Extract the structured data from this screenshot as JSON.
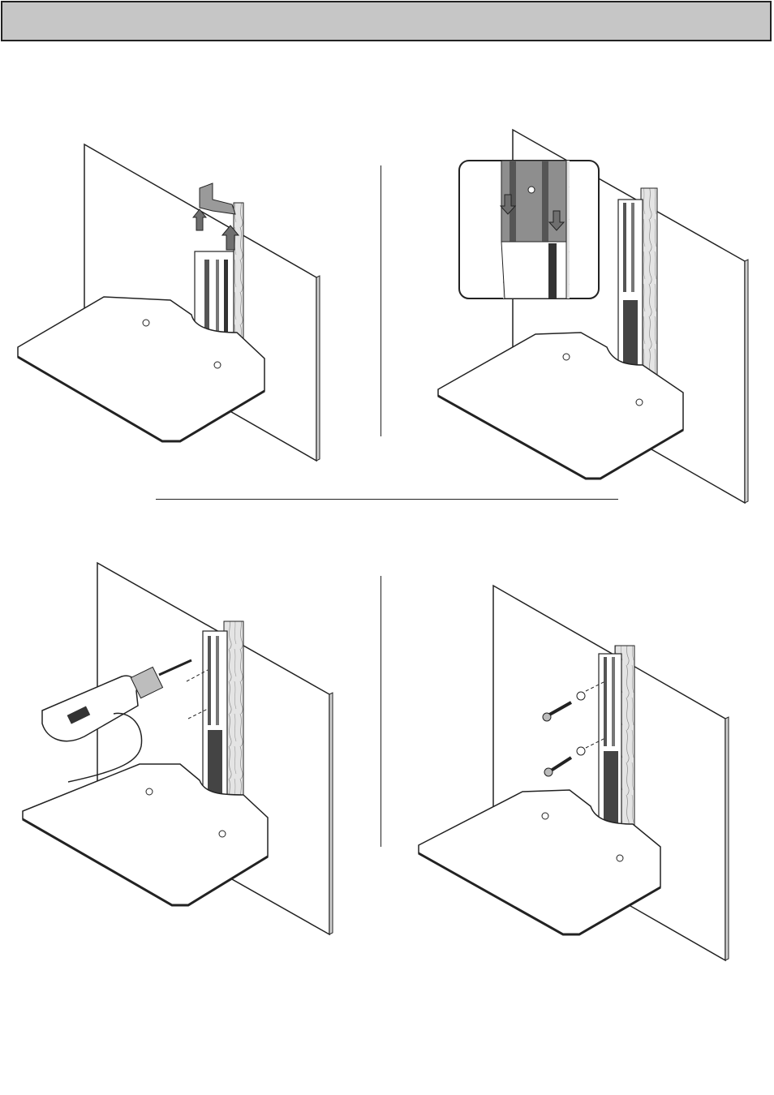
{
  "page": {
    "header_bar": {
      "fill": "#c6c6c6",
      "border": "#222222"
    },
    "steps": [
      {
        "id": "step-attach-cover",
        "icons": [
          "up-arrow-icon",
          "up-arrow-icon"
        ]
      },
      {
        "id": "step-slide-cover-detail",
        "icons": [
          "down-arrow-icon",
          "down-arrow-icon",
          "zoom-callout"
        ]
      },
      {
        "id": "step-drill-holes",
        "icons": [
          "drill-icon",
          "hand-icon"
        ]
      },
      {
        "id": "step-fix-screws",
        "icons": [
          "screw-icon",
          "washer-icon",
          "screw-icon",
          "washer-icon"
        ]
      }
    ]
  }
}
